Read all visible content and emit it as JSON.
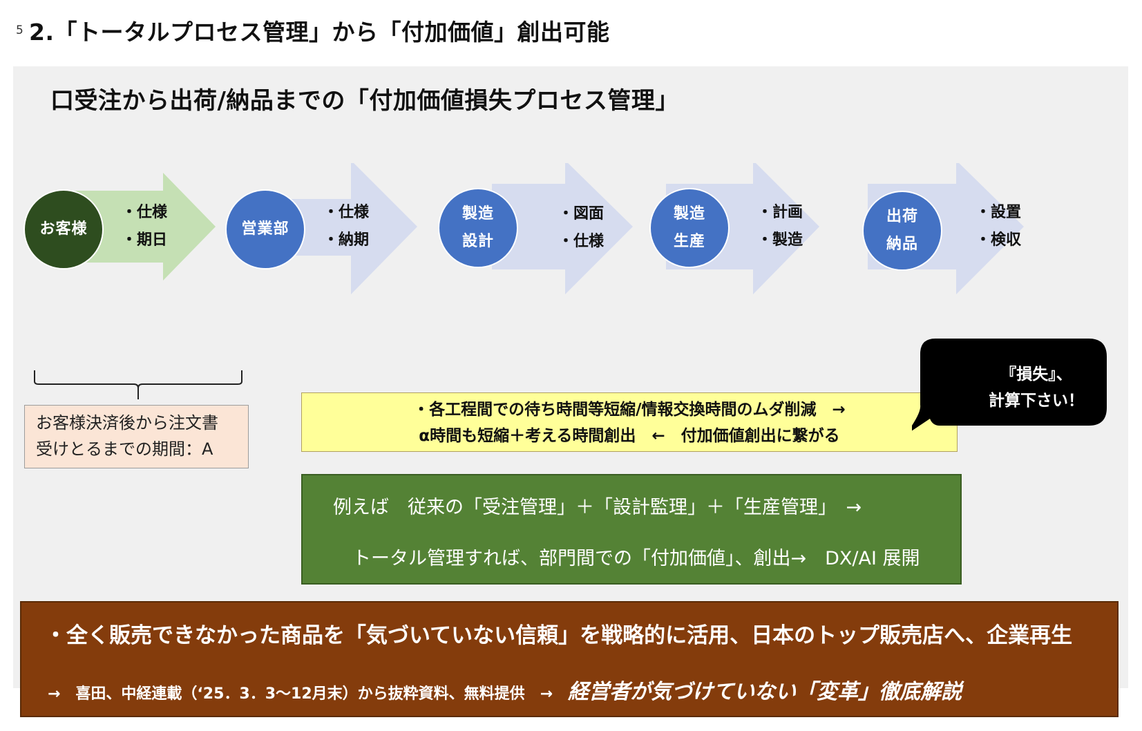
{
  "slide": {
    "number": "5",
    "title": "2.「トータルプロセス管理」から「付加価値」創出可能"
  },
  "panel": {
    "heading": "口受注から出荷/納品までの「付加価値損失プロセス管理」"
  },
  "colors": {
    "panel_bg": "#f0f0f0",
    "node_blue": "#4472c4",
    "node_dark_green": "#2e4d1f",
    "arrow_green": "#c5e0b4",
    "arrow_blue": "#d6dcef",
    "note_bg": "#fbe5d6",
    "yellow_bg": "#ffff99",
    "green_bg": "#548235",
    "brown_bg": "#843c0c",
    "callout_bg": "#000000"
  },
  "flow": [
    {
      "node_lines": [
        "お客様"
      ],
      "items": [
        "・仕様",
        "・期日"
      ]
    },
    {
      "node_lines": [
        "営業部"
      ],
      "items": [
        "・仕様",
        "・納期"
      ]
    },
    {
      "node_lines": [
        "製造",
        "設計"
      ],
      "items": [
        "・図面",
        "・仕様"
      ]
    },
    {
      "node_lines": [
        "製造",
        "生産"
      ],
      "items": [
        "・計画",
        "・製造"
      ]
    },
    {
      "node_lines": [
        "出荷",
        "納品"
      ],
      "items": [
        "・設置",
        "・検収"
      ]
    }
  ],
  "note_a": {
    "line1": "お客様決済後から注文書",
    "line2": "受けとるまでの期間：A"
  },
  "yellow_box": {
    "line1": "・各工程間での待ち時間等短縮/情報交換時間のムダ削減　→",
    "line2": "α時間も短縮＋考える時間創出　←　付加価値創出に繋がる"
  },
  "callout": {
    "line1": "『損失』、",
    "line2": "計算下さい！"
  },
  "green_box": {
    "line1": "例えば　従来の「受注管理」＋「設計監理」＋「生産管理」　→",
    "line2": "トータル管理すれば、部門間での「付加価値」、創出→　DX/AI 展開"
  },
  "bottom_box": {
    "line1": "・全く販売できなかった商品を「気づいていない信頼」を戦略的に活用、日本のトップ販売店へ、企業再生",
    "line2_prefix": "→　喜田、中経連載（‘25．3．3～12月末）から抜粋資料、無料提供　→　",
    "line2_emphasis": "経営者が気づけていない「変革」徹底解説"
  }
}
